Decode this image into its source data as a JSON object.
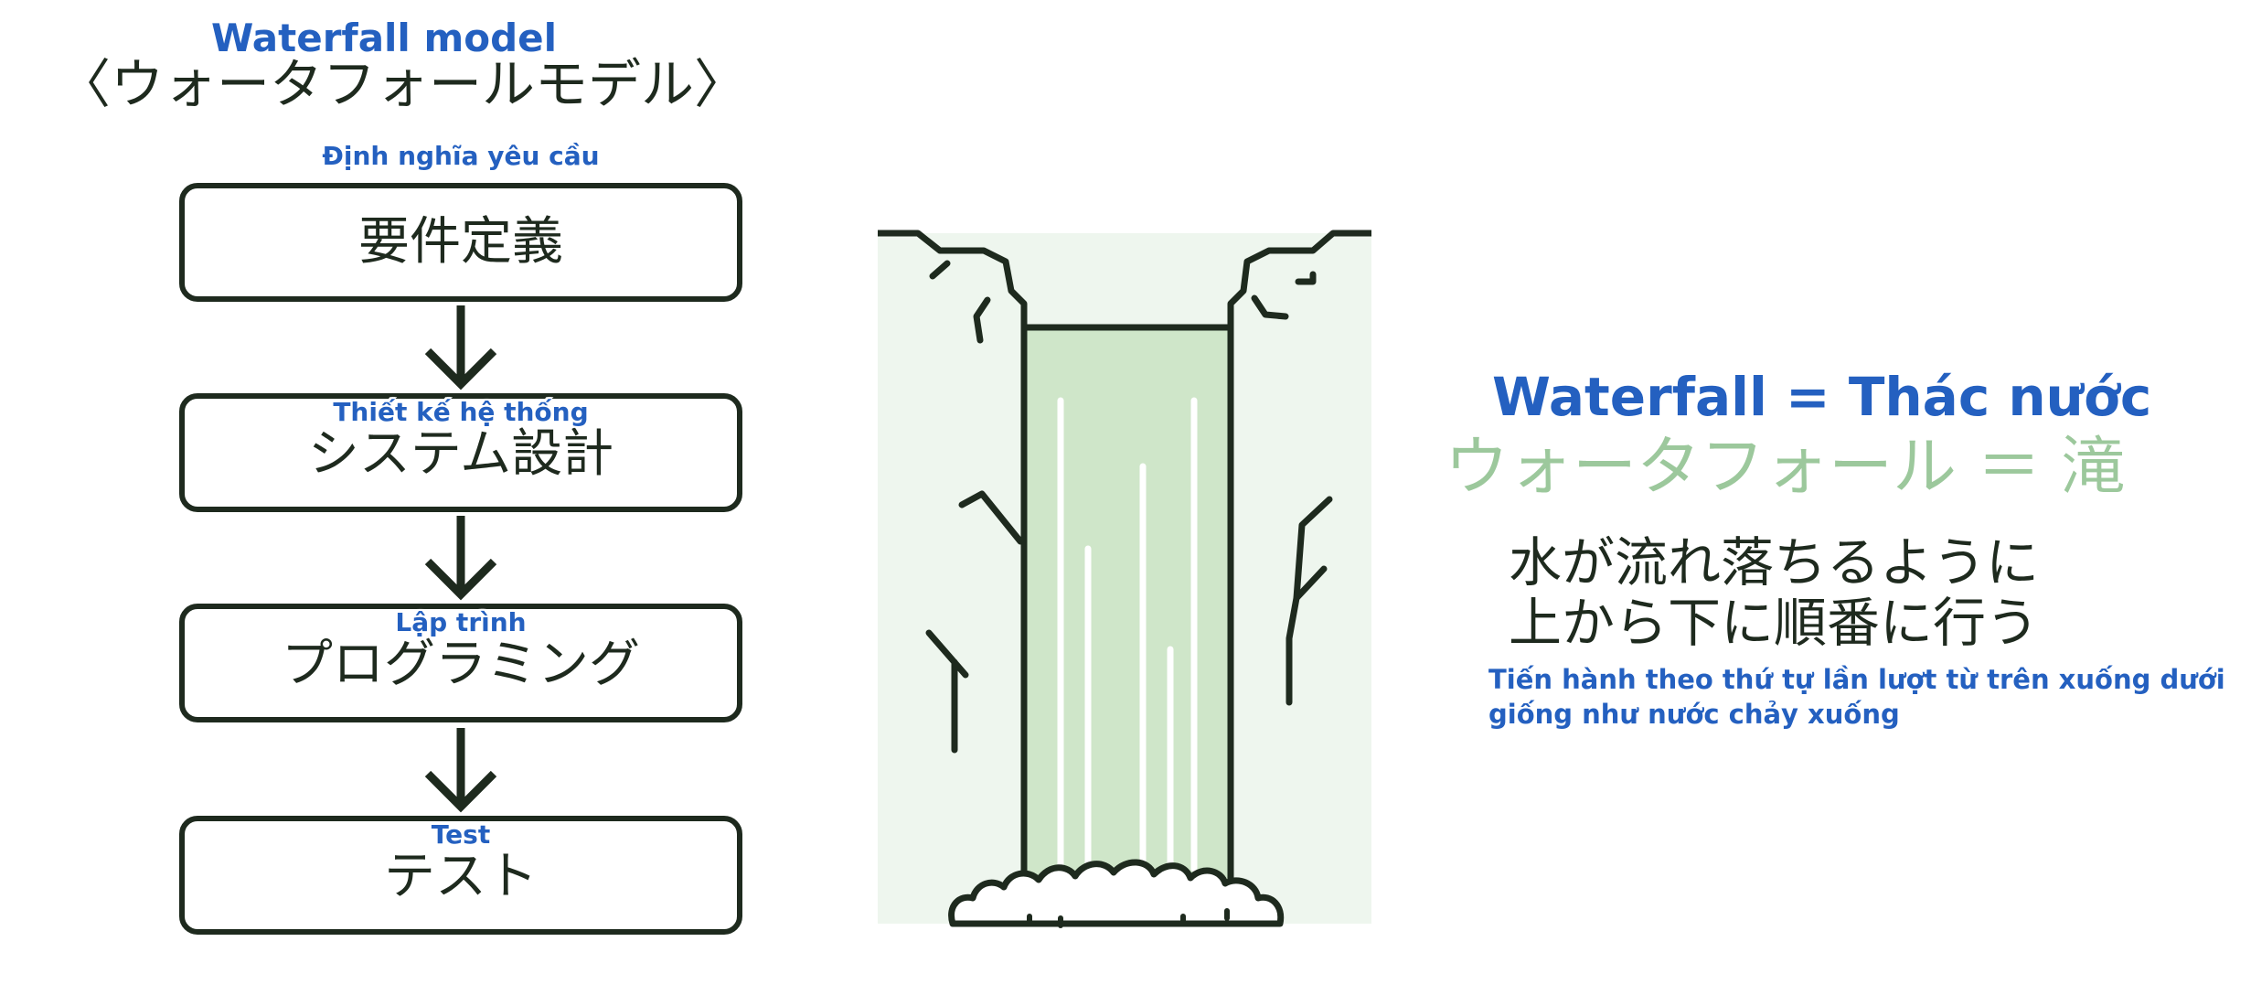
{
  "title": {
    "en": "Waterfall model",
    "jp": "〈ウォータフォールモデル〉"
  },
  "steps": [
    {
      "jp": "要件定義",
      "vi": "Định nghĩa yêu cầu"
    },
    {
      "jp": "システム設計",
      "vi": "Thiết kế hệ thống"
    },
    {
      "jp": "プログラミング",
      "vi": "Lập trình"
    },
    {
      "jp": "テスト",
      "vi": "Test"
    }
  ],
  "equation": {
    "vi": "Waterfall = Thác nước",
    "jp": "ウォータフォール ＝ 滝"
  },
  "description": {
    "jp_line1": "水が流れ落ちるように",
    "jp_line2": "上から下に順番に行う",
    "vi_line1": "Tiến hành theo thứ tự lần lượt từ trên xuống dưới",
    "vi_line2": "giống như nước chảy xuống"
  },
  "colors": {
    "outline": "#1e2a1e",
    "annotation_blue": "#2460c0",
    "cliff_fill": "#eef6ee",
    "water_fill": "#cfe6c9",
    "accent_green": "#9cc89c"
  }
}
